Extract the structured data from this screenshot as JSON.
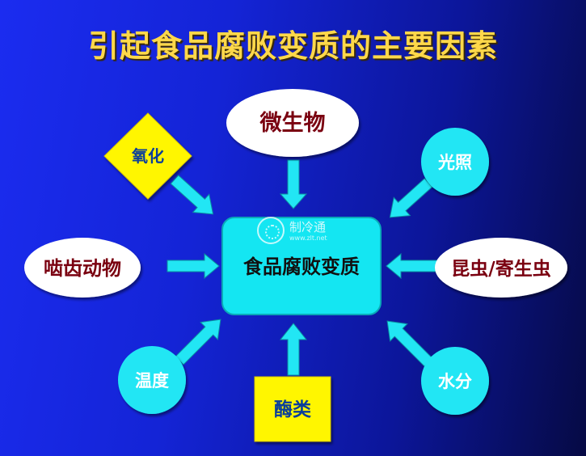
{
  "title": "引起食品腐败变质的主要因素",
  "center": {
    "label": "食品腐败变质"
  },
  "factors": {
    "microbes": "微生物",
    "oxidation": "氧化",
    "light": "光照",
    "rodents": "啮齿动物",
    "insects": "昆虫/寄生虫",
    "temperature": "温度",
    "enzymes": "酶类",
    "water": "水分"
  },
  "watermark": {
    "name": "制冷通",
    "url": "www.zlt.net"
  },
  "colors": {
    "title": "#ffd84a",
    "ellipse": "#ffffff",
    "diamond": "#fff600",
    "circle": "#22e6f4",
    "center": "#14e6f2",
    "arrow": "#22e6f4",
    "dark_red_text": "#7a0010"
  }
}
